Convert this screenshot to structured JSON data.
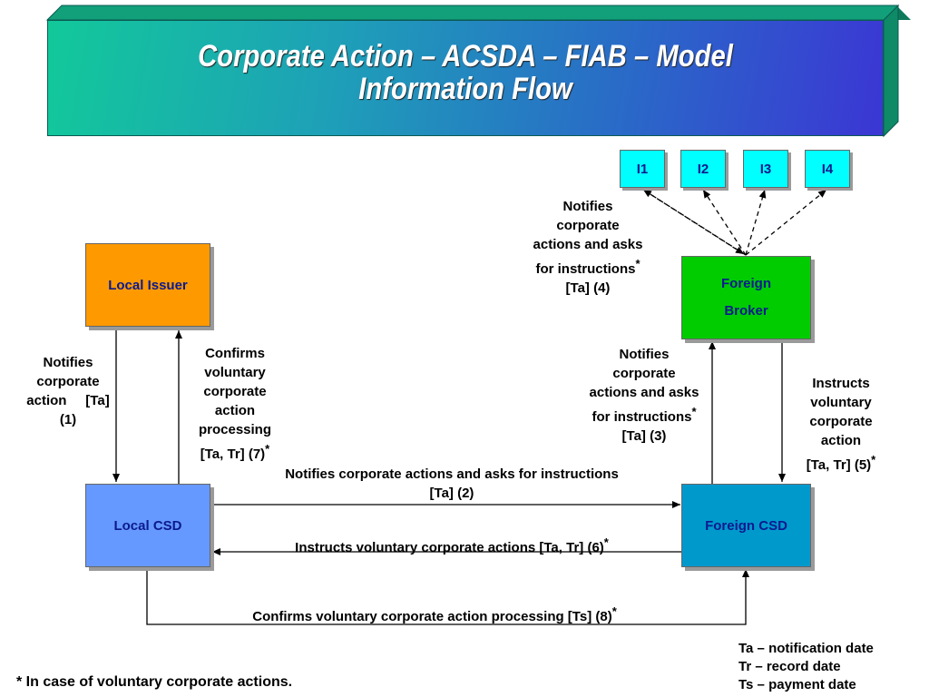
{
  "title": {
    "line1": "Corporate Action – ACSDA – FIAB – Model",
    "line2": "Information Flow"
  },
  "nodes": {
    "local_issuer": "Local Issuer",
    "local_csd": "Local CSD",
    "foreign_csd": "Foreign CSD",
    "foreign_broker_line1": "Foreign",
    "foreign_broker_line2": "Broker",
    "investors": [
      "I1",
      "I2",
      "I3",
      "I4"
    ]
  },
  "flows": {
    "f1": [
      "Notifies",
      "corporate",
      "action     [Ta]",
      "(1)"
    ],
    "f2": [
      "Notifies corporate actions and asks for instructions",
      "[Ta] (2)"
    ],
    "f3": [
      "Notifies",
      "corporate",
      "actions and asks",
      "for instructions",
      "[Ta] (3)"
    ],
    "f4": [
      "Notifies",
      "corporate",
      "actions and asks",
      "for instructions",
      "[Ta] (4)"
    ],
    "f5": [
      "Instructs",
      "voluntary",
      "corporate",
      "action",
      "[Ta, Tr] (5)"
    ],
    "f6": "Instructs voluntary corporate actions [Ta, Tr] (6)",
    "f7": [
      "Confirms",
      "voluntary",
      "corporate",
      "action",
      "processing",
      "[Ta, Tr] (7)"
    ],
    "f8": "Confirms voluntary corporate action processing [Ts] (8)",
    "asterisk": "*"
  },
  "legend": {
    "ta": "Ta – notification date",
    "tr": "Tr – record date",
    "ts": "Ts – payment date"
  },
  "footnote": "* In case of voluntary corporate actions.",
  "colors": {
    "local_issuer": "#ff9900",
    "local_csd": "#6699ff",
    "foreign_csd": "#0099cc",
    "foreign_broker": "#00cc00",
    "investor": "#00ffff",
    "node_text": "#0b1a8f"
  }
}
